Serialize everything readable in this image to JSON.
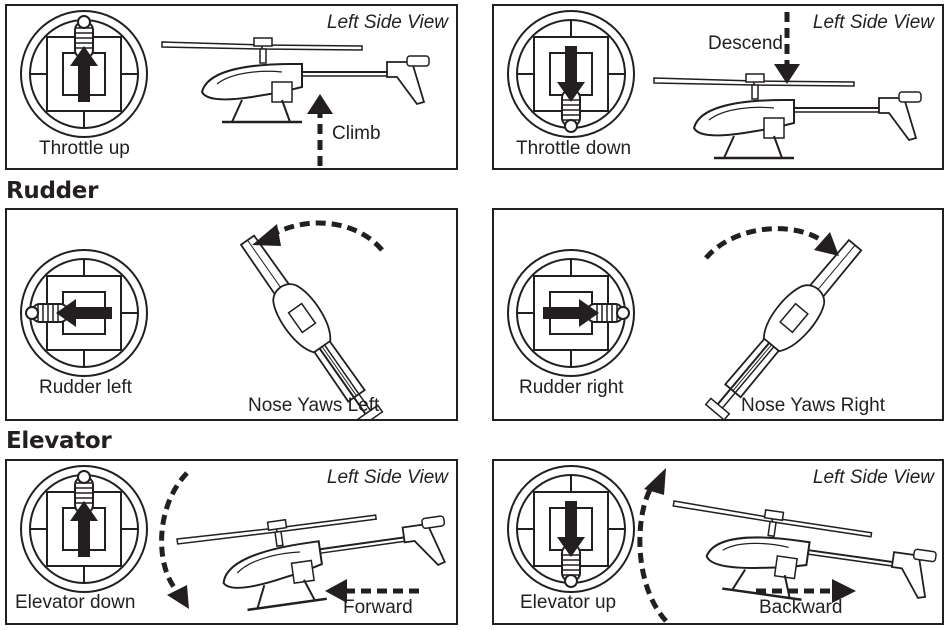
{
  "headings": {
    "rudder": "Rudder",
    "elevator": "Elevator"
  },
  "panels": {
    "throttle_up": {
      "view": "Left Side View",
      "stick_label": "Throttle up",
      "motion_label": "Climb"
    },
    "throttle_down": {
      "view": "Left Side View",
      "stick_label": "Throttle down",
      "motion_label": "Descend"
    },
    "rudder_left": {
      "stick_label": "Rudder left",
      "motion_label": "Nose Yaws Left"
    },
    "rudder_right": {
      "stick_label": "Rudder right",
      "motion_label": "Nose Yaws Right"
    },
    "elevator_down": {
      "view": "Left Side View",
      "stick_label": "Elevator down",
      "motion_label": "Forward"
    },
    "elevator_up": {
      "view": "Left Side View",
      "stick_label": "Elevator up",
      "motion_label": "Backward"
    }
  },
  "icons": [
    "stick-gimbal-icon",
    "arrow-up-icon",
    "arrow-down-icon",
    "arrow-left-icon",
    "arrow-right-icon",
    "helicopter-side-icon",
    "helicopter-top-icon",
    "dashed-arrow-icon"
  ],
  "colors": {
    "ink": "#231f20",
    "background": "#ffffff"
  }
}
